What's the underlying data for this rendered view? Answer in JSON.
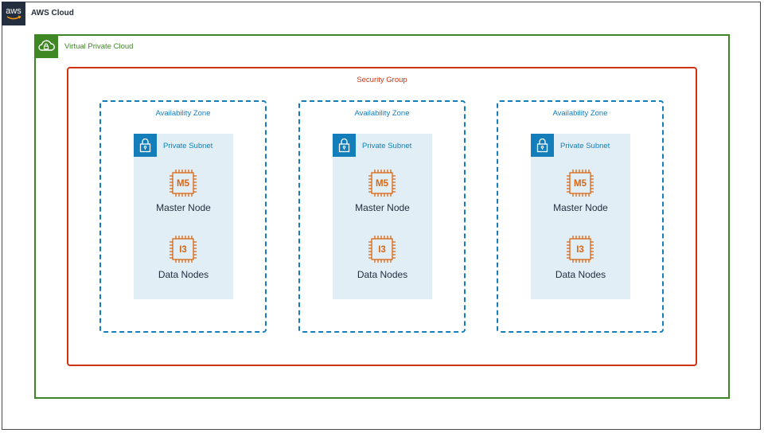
{
  "aws_cloud": {
    "title": "AWS Cloud",
    "logo_text": "aws"
  },
  "vpc": {
    "title": "Virtual Private Cloud"
  },
  "security_group": {
    "title": "Security Group"
  },
  "zones": [
    {
      "title": "Availability Zone",
      "subnet": "Private Subnet",
      "master": {
        "chip": "M5",
        "label": "Master Node"
      },
      "data": {
        "chip": "I3",
        "label": "Data Nodes"
      }
    },
    {
      "title": "Availability Zone",
      "subnet": "Private Subnet",
      "master": {
        "chip": "M5",
        "label": "Master Node"
      },
      "data": {
        "chip": "I3",
        "label": "Data Nodes"
      }
    },
    {
      "title": "Availability Zone",
      "subnet": "Private Subnet",
      "master": {
        "chip": "M5",
        "label": "Master Node"
      },
      "data": {
        "chip": "I3",
        "label": "Data Nodes"
      }
    }
  ],
  "colors": {
    "aws_dark": "#232f3e",
    "vpc_green": "#3f8624",
    "security_red": "#d13212",
    "az_blue": "#147eba",
    "subnet_bg": "#e1eef6",
    "compute_orange": "#d86613"
  },
  "icons": {
    "aws": "aws-logo-icon",
    "vpc": "cloud-lock-icon",
    "subnet": "padlock-icon",
    "instance": "ec2-instance-chip-icon"
  }
}
